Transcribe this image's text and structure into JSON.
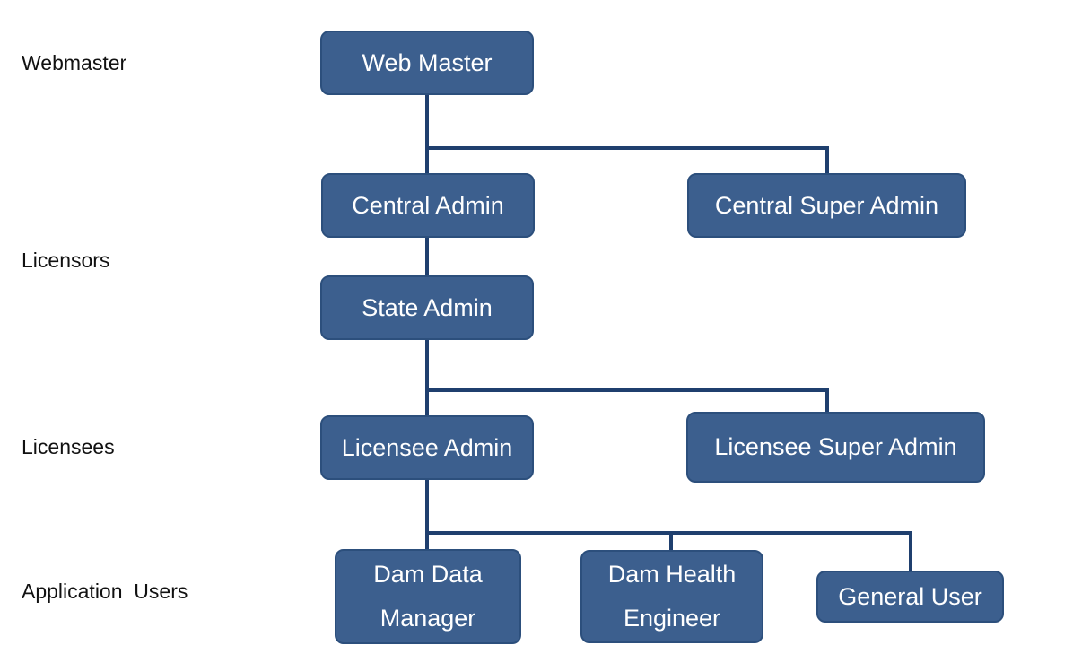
{
  "colors": {
    "node_fill": "#3c5f8e",
    "node_border": "#2c4f7c",
    "connector": "#1f3f6e"
  },
  "tiers": {
    "webmaster": "Webmaster",
    "licensors": "Licensors",
    "licensees": "Licensees",
    "application_users": "Application  Users"
  },
  "nodes": {
    "web_master": "Web Master",
    "central_admin": "Central Admin",
    "central_super_admin": "Central Super Admin",
    "state_admin": "State Admin",
    "licensee_admin": "Licensee Admin",
    "licensee_super_admin": "Licensee Super Admin",
    "dam_data_manager": "Dam Data\nManager",
    "dam_health_engineer": "Dam Health\nEngineer",
    "general_user": "General User"
  }
}
